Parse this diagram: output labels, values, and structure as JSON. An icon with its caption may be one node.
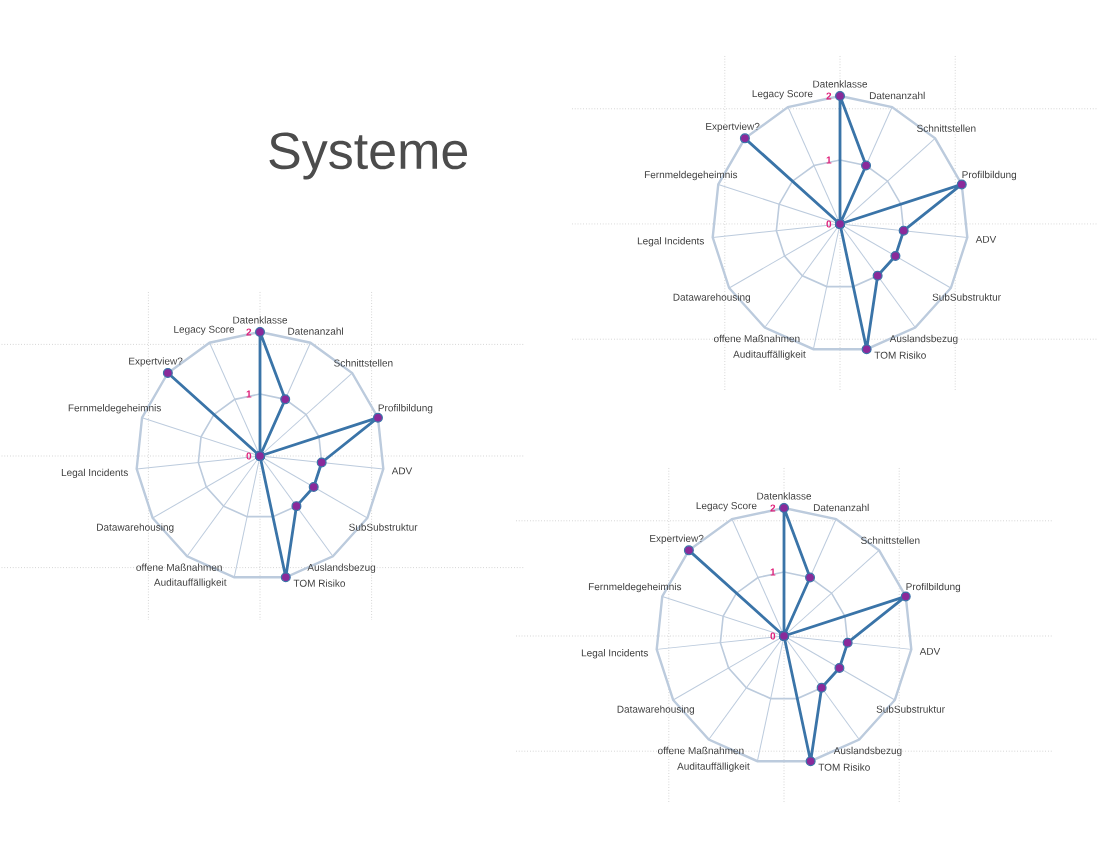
{
  "diagram": {
    "title": "Systeme",
    "labels": [
      "Datenklasse",
      "Datenanzahl",
      "Schnittstellen",
      "Profilbildung",
      "ADV",
      "SubSubstruktur",
      "Auslandsbezug",
      "TOM Risiko",
      "Auditauffälligkeit",
      "offene Maßnahmen",
      "Datawarehousing",
      "Legal Incidents",
      "Fernmeldegeheimnis",
      "Expertview?",
      "Legacy Score",
      "2",
      "1",
      "0",
      "Datenklasse",
      "Datenanzahl",
      "Schnittstellen",
      "Profilbildung",
      "ADV",
      "SubSubstruktur",
      "Auslandsbezug",
      "TOM Risiko",
      "Auditauffälligkeit",
      "offene Maßnahmen",
      "Datawarehousing",
      "Legal Incidents",
      "Fernmeldegeheimnis",
      "Expertview?",
      "Legacy Score",
      "2",
      "1",
      "0",
      "Datenklasse",
      "Datenanzahl",
      "Schnittstellen",
      "Profilbildung",
      "ADV",
      "SubSubstruktur",
      "Auslandsbezug",
      "TOM Risiko",
      "Auditauffälligkeit",
      "offene Maßnahmen",
      "Datawarehousing",
      "Legal Incidents",
      "Fernmeldegeheimnis",
      "Expertview?",
      "Legacy Score",
      "2",
      "1",
      "0"
    ]
  }
}
